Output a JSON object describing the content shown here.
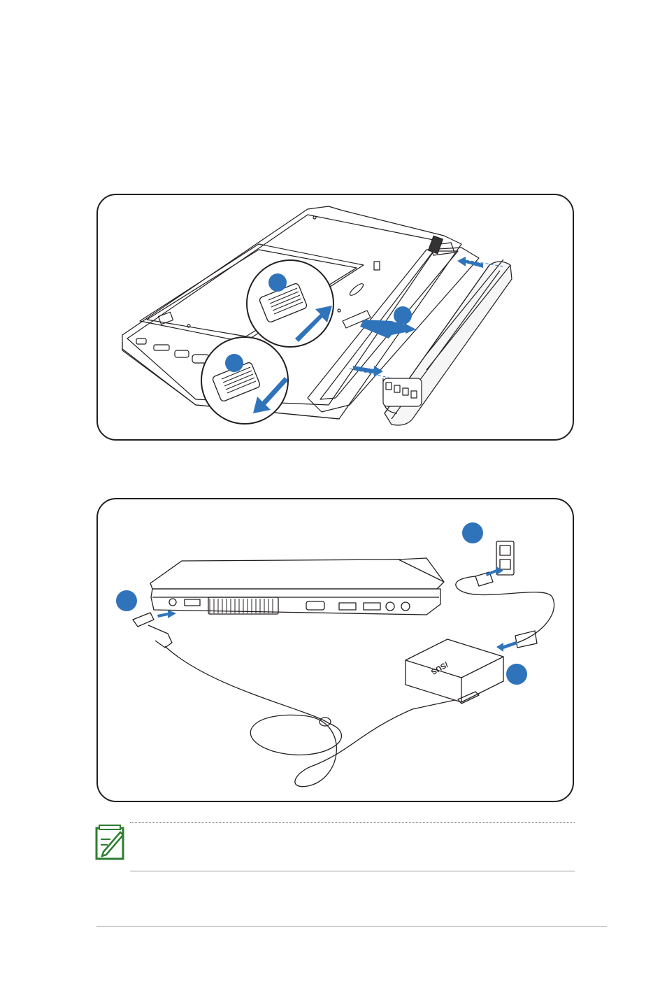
{
  "colors": {
    "accent": "#2f73bb",
    "line": "#231f20",
    "note_icon": "#2e7d32"
  },
  "figures": [
    {
      "name": "battery-installation",
      "callout_steps": 3
    },
    {
      "name": "power-adapter-connection",
      "callout_steps": 3
    }
  ],
  "brand_logo": "/SUS",
  "note": {
    "icon": "note-pencil-icon"
  }
}
